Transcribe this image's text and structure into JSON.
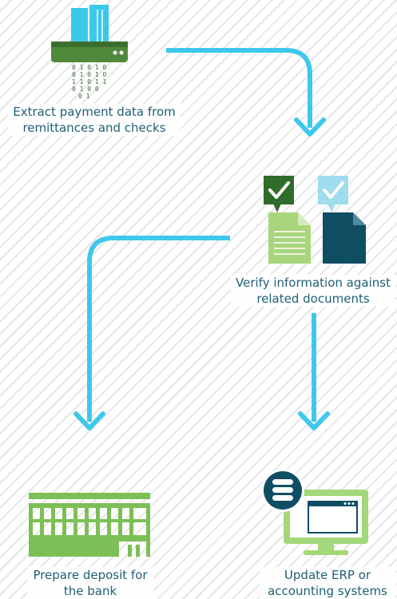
{
  "steps": {
    "extract": {
      "line1": "Extract payment data from",
      "line2": "remittances and checks"
    },
    "verify": {
      "line1": "Verify information against",
      "line2": "related documents"
    },
    "deposit": {
      "line1": "Prepare deposit for",
      "line2": "the bank"
    },
    "update": {
      "line1": "Update ERP or",
      "line2": "accounting systems"
    }
  },
  "binary_rows": [
    "0 1 0 1 0",
    "0 1 0 1 0",
    "1 1 0 1 1",
    "0 1   0 0",
    "0       1"
  ],
  "colors": {
    "arrow": "#3ec8ec",
    "scanner_green": "#4f8a3c",
    "doc_light_blue": "#3cc8ea",
    "doc_light_green": "#a9d57c",
    "doc_dark_teal": "#0f4d63",
    "check_dark_green": "#2f6b2a",
    "check_light_blue": "#9fdcee",
    "building_green": "#7cbf56",
    "monitor_green": "#a2d87a",
    "database_teal": "#0f4d63",
    "label_text": "#1e5f78"
  },
  "icons": [
    "scanner-icon",
    "checkmark-icon",
    "document-icon",
    "building-icon",
    "monitor-icon",
    "database-icon",
    "arrow-icon"
  ]
}
